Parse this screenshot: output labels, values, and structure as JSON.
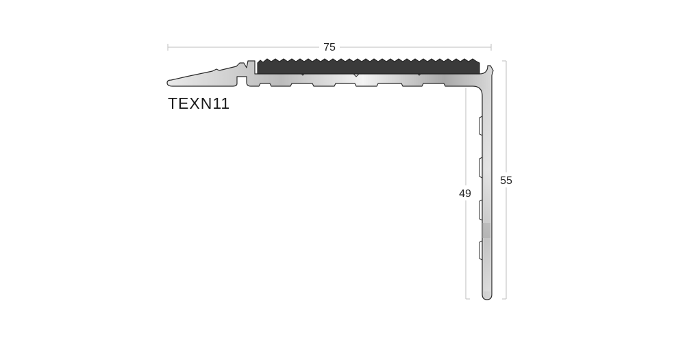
{
  "product": {
    "model": "TEXN11"
  },
  "dimensions": {
    "width": "75",
    "height_outer": "55",
    "height_inner": "49"
  },
  "colors": {
    "aluminium_light": "#f2f2f2",
    "aluminium_mid": "#b9b9b9",
    "aluminium_dark": "#8a8a8a",
    "insert": "#3a3a3a",
    "outline": "#2a2a2a",
    "dimension_line": "#bdbdbd"
  }
}
